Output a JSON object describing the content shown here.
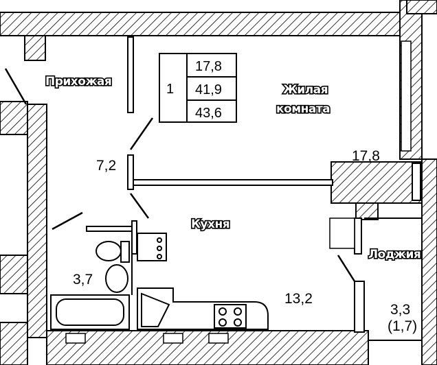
{
  "summary_table": {
    "rooms": "1",
    "living_area": "17,8",
    "total_area": "41,9",
    "total_area_with_loggia": "43,6"
  },
  "rooms": {
    "hallway": {
      "label": "Прихожая",
      "area": "7,2"
    },
    "living_room": {
      "label_line1": "Жилая",
      "label_line2": "комната",
      "area": "17,8"
    },
    "kitchen": {
      "label": "Кухня",
      "area": "13,2"
    },
    "bathroom": {
      "area": "3,7"
    },
    "loggia": {
      "label": "Лоджия",
      "area": "3,3",
      "area_reduced": "(1,7)"
    }
  },
  "colors": {
    "wall": "#000000",
    "hatch": "#000000",
    "background": "#ffffff"
  }
}
